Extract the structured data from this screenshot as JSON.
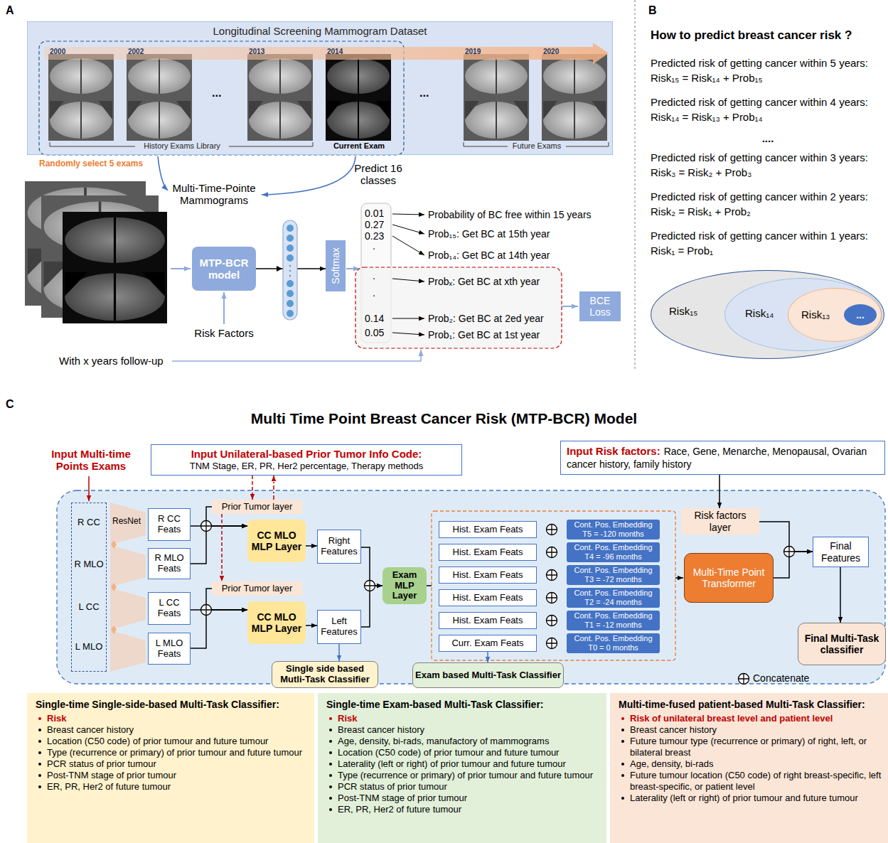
{
  "diagram": {
    "title": "Multi Time Point Breast Cancer Risk (MTP-BCR) Model",
    "nodes": [
      {
        "text": [
          "Longitudinal Screening Mammogram Dataset"
        ]
      },
      {
        "text": [
          "MTP-BCR model"
        ]
      },
      {
        "text": [
          "Softmax"
        ]
      },
      {
        "text": [
          "BCE Loss"
        ]
      },
      {
        "text": [
          "Risk₁₅"
        ]
      },
      {
        "text": [
          "Risk₁₄"
        ],
        "in": 4
      },
      {
        "text": [
          "Risk₁₃"
        ],
        "in": 5
      },
      {
        "text": [
          "..."
        ],
        "in": 6
      },
      {
        "text": [
          "Input Unilateral-based Prior Tumor Info Code:",
          "TNM Stage, ER, PR, Her2 percentage, Therapy methods"
        ]
      },
      {
        "text": [
          "Input Risk factors:",
          "Race, Gene, Menarche, Menopausal, Ovarian cancer history, family history"
        ]
      },
      {
        "text": [
          "R CC",
          "R MLO",
          "L CC",
          "L MLO"
        ]
      },
      {
        "text": [
          "R CC Feats"
        ]
      },
      {
        "text": [
          "R MLO Feats"
        ]
      },
      {
        "text": [
          "L CC Feats"
        ]
      },
      {
        "text": [
          "L MLO Feats"
        ]
      },
      {
        "text": [
          "Prior Tumor layer"
        ]
      },
      {
        "text": [
          "CC MLO MLP Layer"
        ]
      },
      {
        "text": [
          "Prior Tumor layer"
        ]
      },
      {
        "text": [
          "CC MLO MLP Layer"
        ]
      },
      {
        "text": [
          "Right Features"
        ]
      },
      {
        "text": [
          "Left Features"
        ]
      },
      {
        "text": [
          "Exam MLP Layer"
        ]
      },
      {
        "text": [
          "Single side based Mutli-Task Classifier"
        ]
      },
      {
        "text": [
          "Hist. Exam Feats"
        ]
      },
      {
        "text": [
          "Hist. Exam Feats"
        ]
      },
      {
        "text": [
          "Hist. Exam Feats"
        ]
      },
      {
        "text": [
          "Hist. Exam Feats"
        ]
      },
      {
        "text": [
          "Hist. Exam Feats"
        ]
      },
      {
        "text": [
          "Curr. Exam Feats"
        ]
      },
      {
        "text": [
          "Cont. Pos. Embedding T5 = -120 months"
        ]
      },
      {
        "text": [
          "Cont. Pos. Embedding T4 = -96 months"
        ]
      },
      {
        "text": [
          "Cont. Pos. Embedding T3 = -72 months"
        ]
      },
      {
        "text": [
          "Cont. Pos. Embedding T2 = -24 months"
        ]
      },
      {
        "text": [
          "Cont. Pos. Embedding T1 = -12 months"
        ]
      },
      {
        "text": [
          "Cont. Pos. Embedding T0 = 0 months"
        ]
      },
      {
        "text": [
          "Exam based Multi-Task Classifier"
        ]
      },
      {
        "text": [
          "Risk factors layer"
        ]
      },
      {
        "text": [
          "Multi-Time Point Transformer"
        ]
      },
      {
        "text": [
          "Final Features"
        ]
      },
      {
        "text": [
          "Final Multi-Task classifier"
        ]
      },
      {
        "text": [
          "Single-time Single-side-based Multi-Task Classifier:",
          "Risk",
          "Breast cancer history",
          "Location (C50 code) of prior tumour and future tumour",
          "Type (recurrence or primary) of prior tumour and future tumour",
          "PCR status of prior tumour",
          "Post-TNM stage of prior tumour",
          "ER, PR, Her2 of future tumour"
        ]
      },
      {
        "text": [
          "Single-time Exam-based Multi-Task Classifier:",
          "Risk",
          "Breast cancer history",
          "Age, density, bi-rads, manufactory of mammograms",
          "Location (C50 code) of prior tumour and future tumour",
          "Laterality (left or right) of prior tumour and future tumour",
          "Type (recurrence or primary) of prior tumour and future tumour",
          "PCR status of prior tumour",
          "Post-TNM stage of prior tumour",
          "ER, PR, Her2 of future tumour"
        ]
      },
      {
        "text": [
          "Multi-time-fused patient-based Multi-Task Classifier:",
          "Risk of unilateral breast level and patient level",
          "Breast cancer history",
          "Future tumour type (recurrence or primary) of right, left, or bilateral breast",
          "Age, density, bi-rads",
          "Future tumour location (C50 code) of right breast-specific, left breast-specific, or patient level",
          "Laterality (left or right) of prior tumour and future tumour"
        ]
      }
    ],
    "edges": [
      {
        "from": 1,
        "to": 2,
        "arrow": "to"
      },
      {
        "from": 8,
        "to": 15,
        "arrow": "to"
      },
      {
        "from": 15,
        "to": 8,
        "arrow": "to"
      },
      {
        "from": 15,
        "to": 16,
        "arrow": "to"
      },
      {
        "from": 11,
        "to": 16,
        "arrow": "to"
      },
      {
        "from": 12,
        "to": 16,
        "arrow": "to"
      },
      {
        "from": 15,
        "to": 17,
        "arrow": "to"
      },
      {
        "from": 17,
        "to": 18,
        "arrow": "to"
      },
      {
        "from": 13,
        "to": 18,
        "arrow": "to"
      },
      {
        "from": 14,
        "to": 18,
        "arrow": "to"
      },
      {
        "from": 16,
        "to": 19,
        "arrow": "to"
      },
      {
        "from": 18,
        "to": 20,
        "arrow": "to"
      },
      {
        "from": 19,
        "to": 21,
        "arrow": "to"
      },
      {
        "from": 20,
        "to": 21,
        "arrow": "to"
      },
      {
        "from": 20,
        "to": 22,
        "arrow": "to"
      },
      {
        "from": 28,
        "to": 35,
        "arrow": "to"
      },
      {
        "from": 9,
        "to": 36,
        "arrow": "to"
      },
      {
        "from": 36,
        "to": 38,
        "arrow": "to"
      },
      {
        "from": 37,
        "to": 38,
        "arrow": "to"
      },
      {
        "from": 38,
        "to": 39,
        "arrow": "to"
      }
    ],
    "labels": [
      "A",
      "B",
      "C",
      "2000",
      "2002",
      "2013",
      "2014",
      "2019",
      "2020",
      "...",
      "...",
      "History Exams Library",
      "Current Exam",
      "Future Exams",
      "Randomly select 5 exams",
      "Multi-Time-Pointe Mammograms",
      "Risk Factors",
      "Predict 16 classes",
      "0.01",
      "0.27",
      "0.23",
      ".",
      ".",
      ".",
      "0.14",
      "0.05",
      "Probability of BC free within 15 years",
      "Prob₁₅: Get BC at 15th year",
      "Prob₁₄: Get BC at 14th year",
      "Probₓ: Get BC at xth year",
      "Prob₂: Get BC at 2ed year",
      "Prob₁: Get BC at 1st year",
      "With x years follow-up",
      "How to predict breast cancer risk ?",
      "Predicted risk of getting cancer within 5 years:",
      "Risk₁₅ = Risk₁₄ + Prob₁₅",
      "Predicted risk of getting cancer within 4 years:",
      "Risk₁₄ = Risk₁₃ + Prob₁₄",
      "....",
      "Predicted risk of getting cancer within 3 years:",
      "Risk₃ = Risk₂ + Prob₃",
      "Predicted risk of getting cancer within 2 years:",
      "Risk₂ = Risk₁ + Prob₂",
      "Predicted risk of getting cancer within 1 years:",
      "Risk₁ = Prob₁",
      "Input Multi-time Points Exams",
      "ResNet"
    ],
    "legend": [
      {
        "text": "Concatenate"
      }
    ]
  }
}
